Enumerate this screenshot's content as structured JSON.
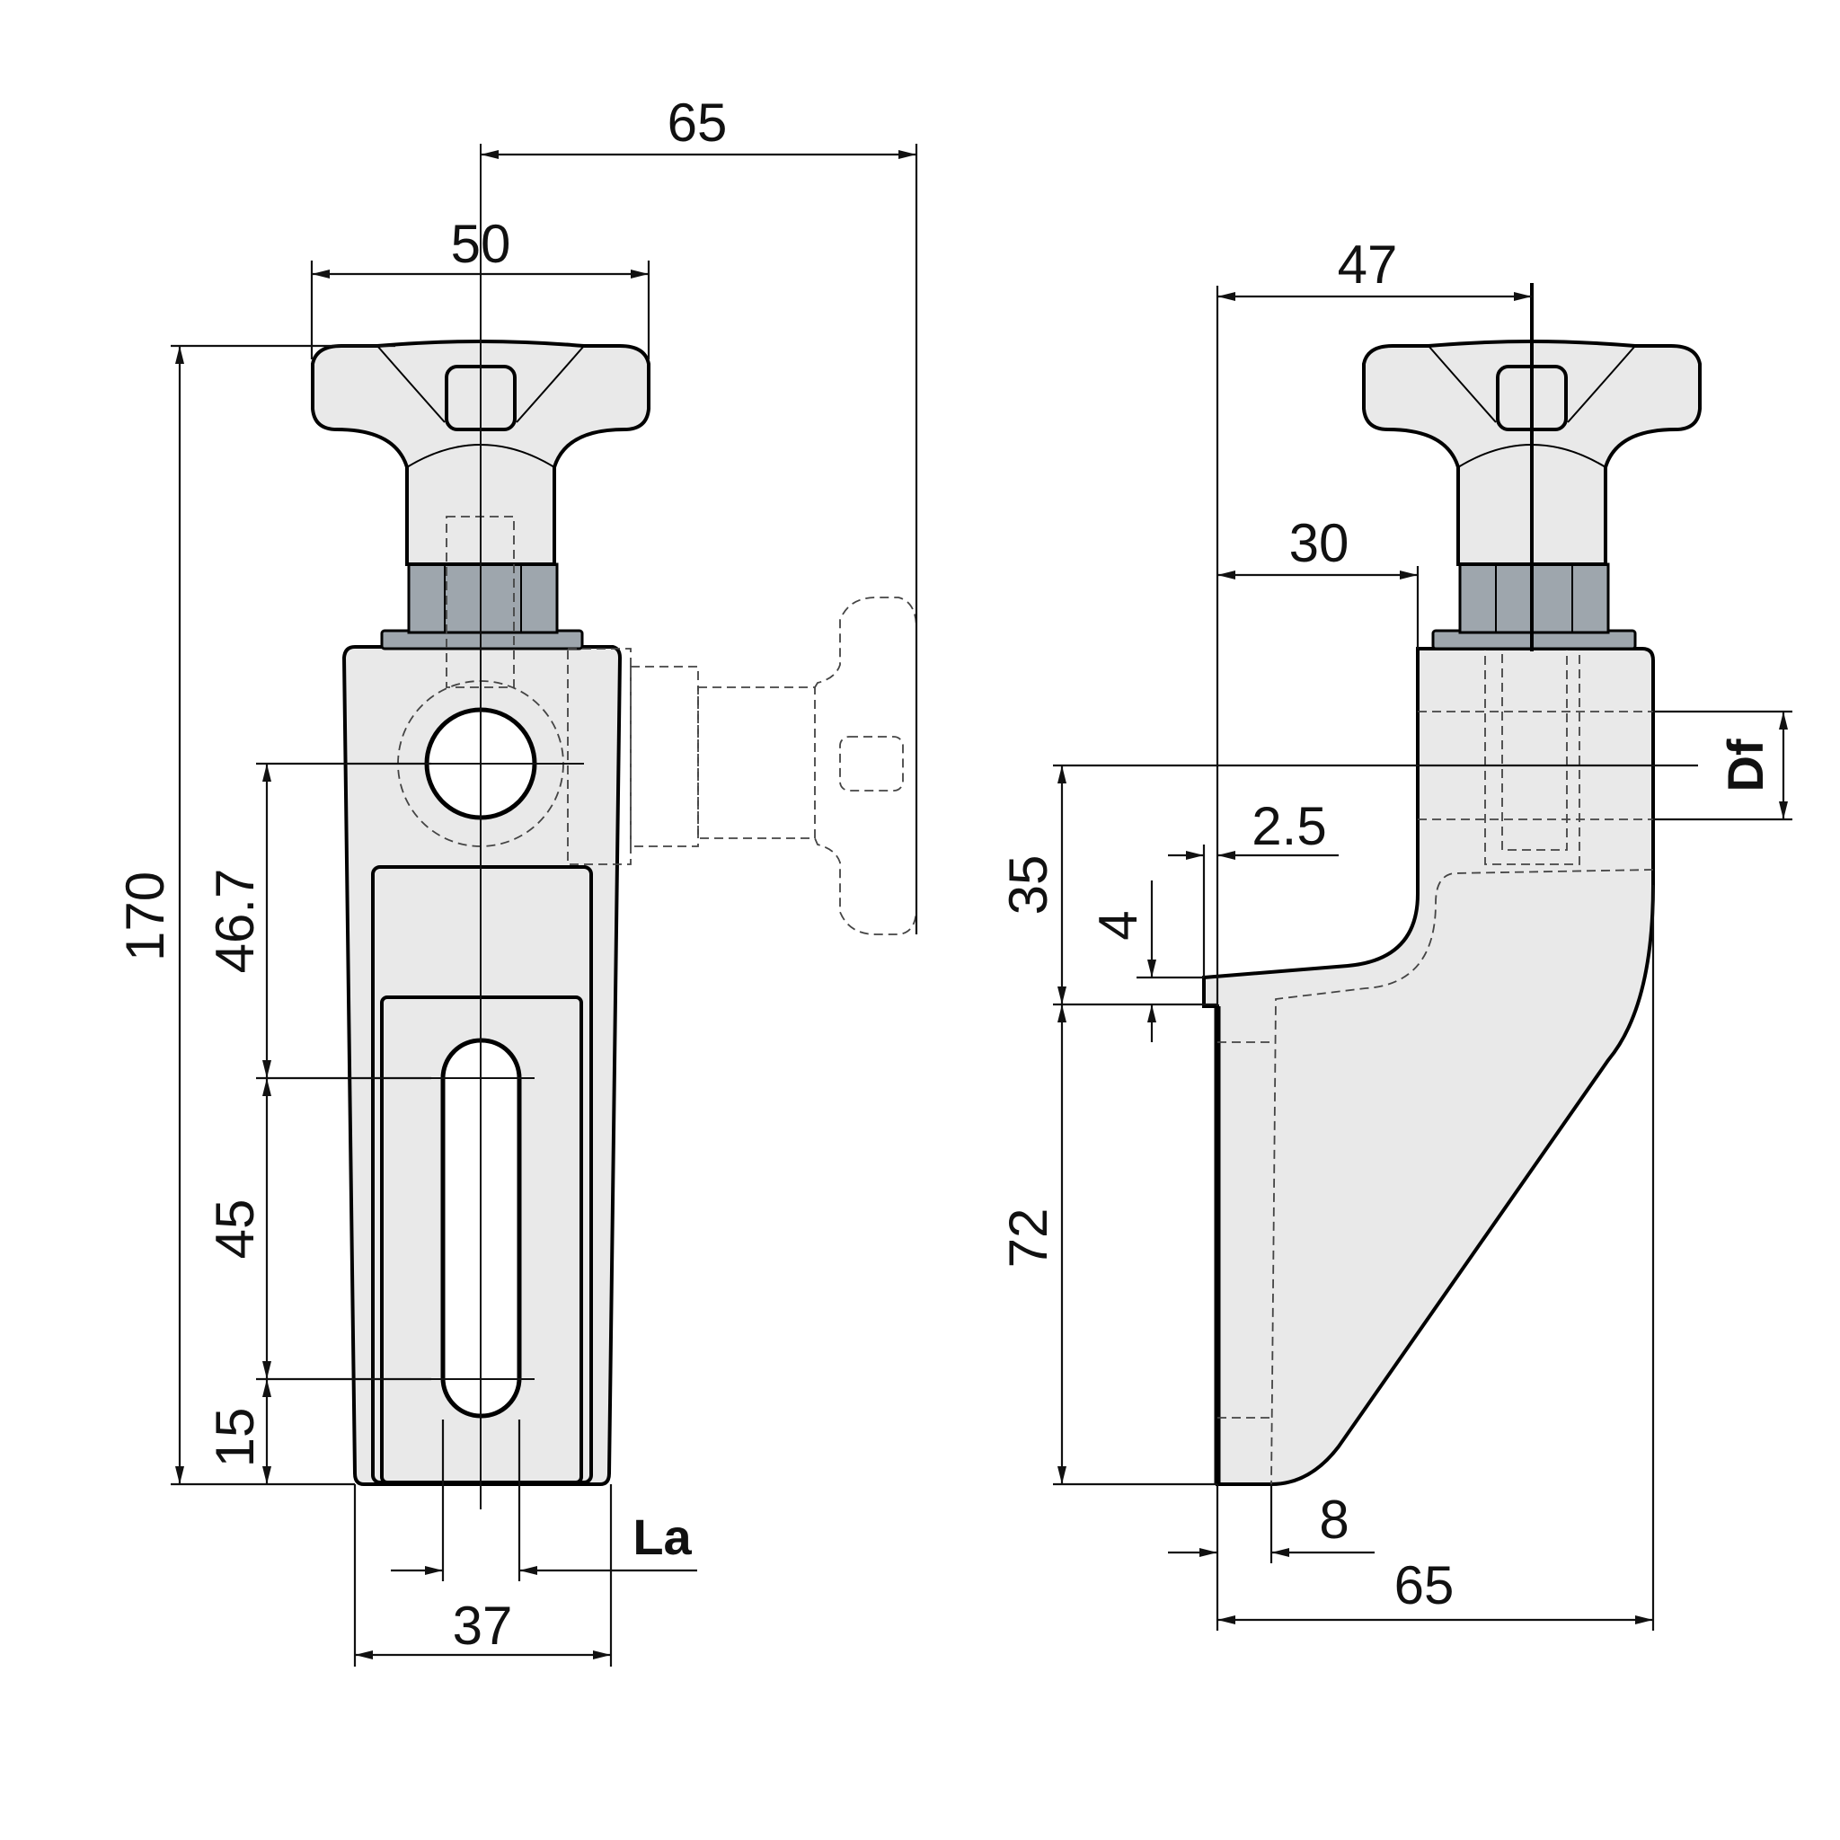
{
  "front_view": {
    "dims": {
      "top_width": "65",
      "knob_width": "50",
      "total_height": "170",
      "hole_to_slot": "46.7",
      "slot_length": "45",
      "bottom_offset": "15",
      "base_width": "37",
      "slot_width_label": "La"
    }
  },
  "side_view": {
    "dims": {
      "knob_offset": "47",
      "step_offset": "30",
      "bore_label": "Df",
      "lip_width": "2.5",
      "lip_height": "4",
      "upper_height": "35",
      "lower_height": "72",
      "wall_thickness": "8",
      "base_depth": "65"
    }
  },
  "colors": {
    "part_fill": "#e9e9e9",
    "nut_fill": "#9ea6ad",
    "line": "#000000"
  }
}
